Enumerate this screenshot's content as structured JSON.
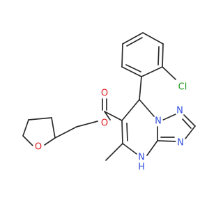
{
  "molecule": {
    "atoms": {
      "o_thf": "O",
      "o_ester": "O",
      "o_carbonyl": "O",
      "cl": "Cl",
      "n_bridge": "N",
      "n_triazole_top": "N",
      "n_triazole_right": "N",
      "nh": "N",
      "nh_h": "H"
    },
    "colors": {
      "bond": "#2b2b2b",
      "oxygen": "#e01e1e",
      "nitrogen": "#3050e0",
      "chlorine": "#1a9a1a"
    }
  }
}
